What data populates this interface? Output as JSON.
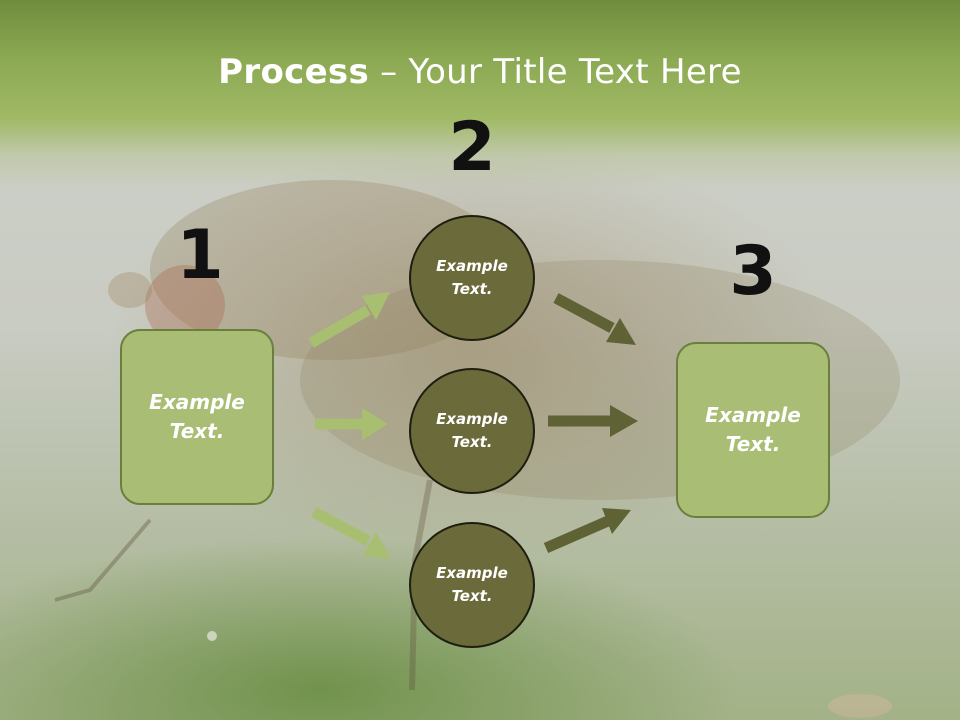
{
  "title": {
    "bold": "Process",
    "rest": " – Your Title Text Here"
  },
  "steps": {
    "one": "1",
    "two": "2",
    "three": "3"
  },
  "left_box": {
    "line1": "Example",
    "line2": "Text."
  },
  "right_box": {
    "line1": "Example",
    "line2": "Text."
  },
  "circles": [
    {
      "line1": "Example",
      "line2": "Text."
    },
    {
      "line1": "Example",
      "line2": "Text."
    },
    {
      "line1": "Example",
      "line2": "Text."
    }
  ],
  "colors": {
    "header_green": "#8ba852",
    "box_fill": "#a9bd74",
    "circle_fill": "#6b6a3a",
    "arrow_light": "#a8bf72",
    "arrow_dark": "#5e6235"
  }
}
